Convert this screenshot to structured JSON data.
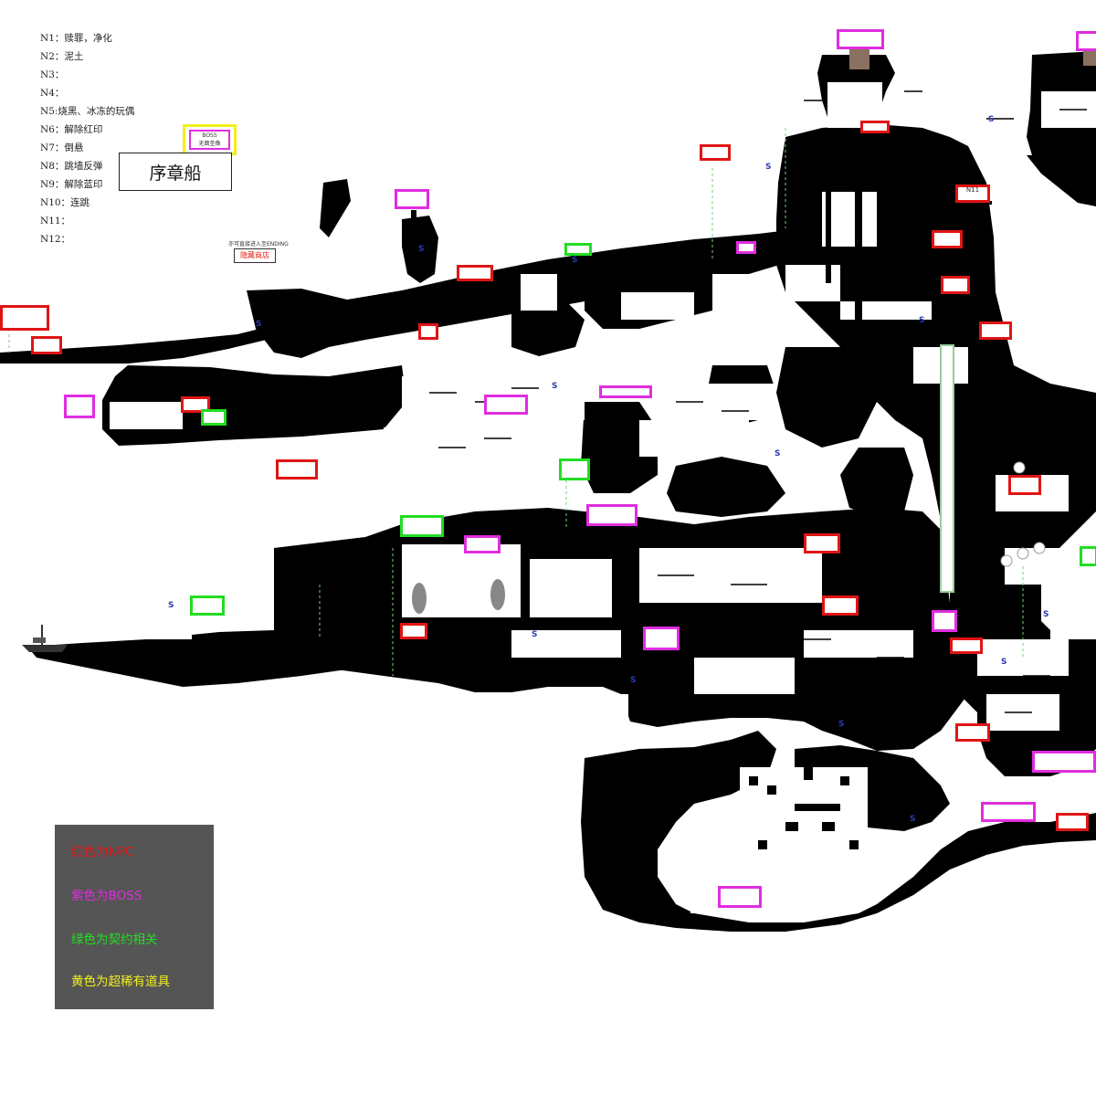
{
  "notes": [
    "N1：赎罪，净化",
    "N2：泥土",
    "N3：",
    "N4：",
    "N5:烧黑、冰冻的玩偶",
    "N6：解除红印",
    "N7：倒悬",
    "N8：跳墙反弹",
    "N9：解除蓝印",
    "N10：连跳",
    "N11：",
    "N12："
  ],
  "title": "序章船",
  "top_left_boss": {
    "line1": "BOSS",
    "line2": "无面圣像"
  },
  "ending_note": "亦可直接进入至ENDING",
  "hidden_shop": "隐藏商店",
  "legend": {
    "red": "红色为NPC",
    "purple": "紫色为BOSS",
    "green": "绿色为契约相关",
    "yellow": "黄色为超稀有道具"
  },
  "colors": {
    "npc": "#e01515",
    "boss": "#e02de0",
    "contract": "#22dd22",
    "rare": "#f2ef1c",
    "legend_bg": "#555555",
    "save_point": "#2a3cae"
  },
  "map_labels": {
    "n11": "N11",
    "save": "S"
  }
}
